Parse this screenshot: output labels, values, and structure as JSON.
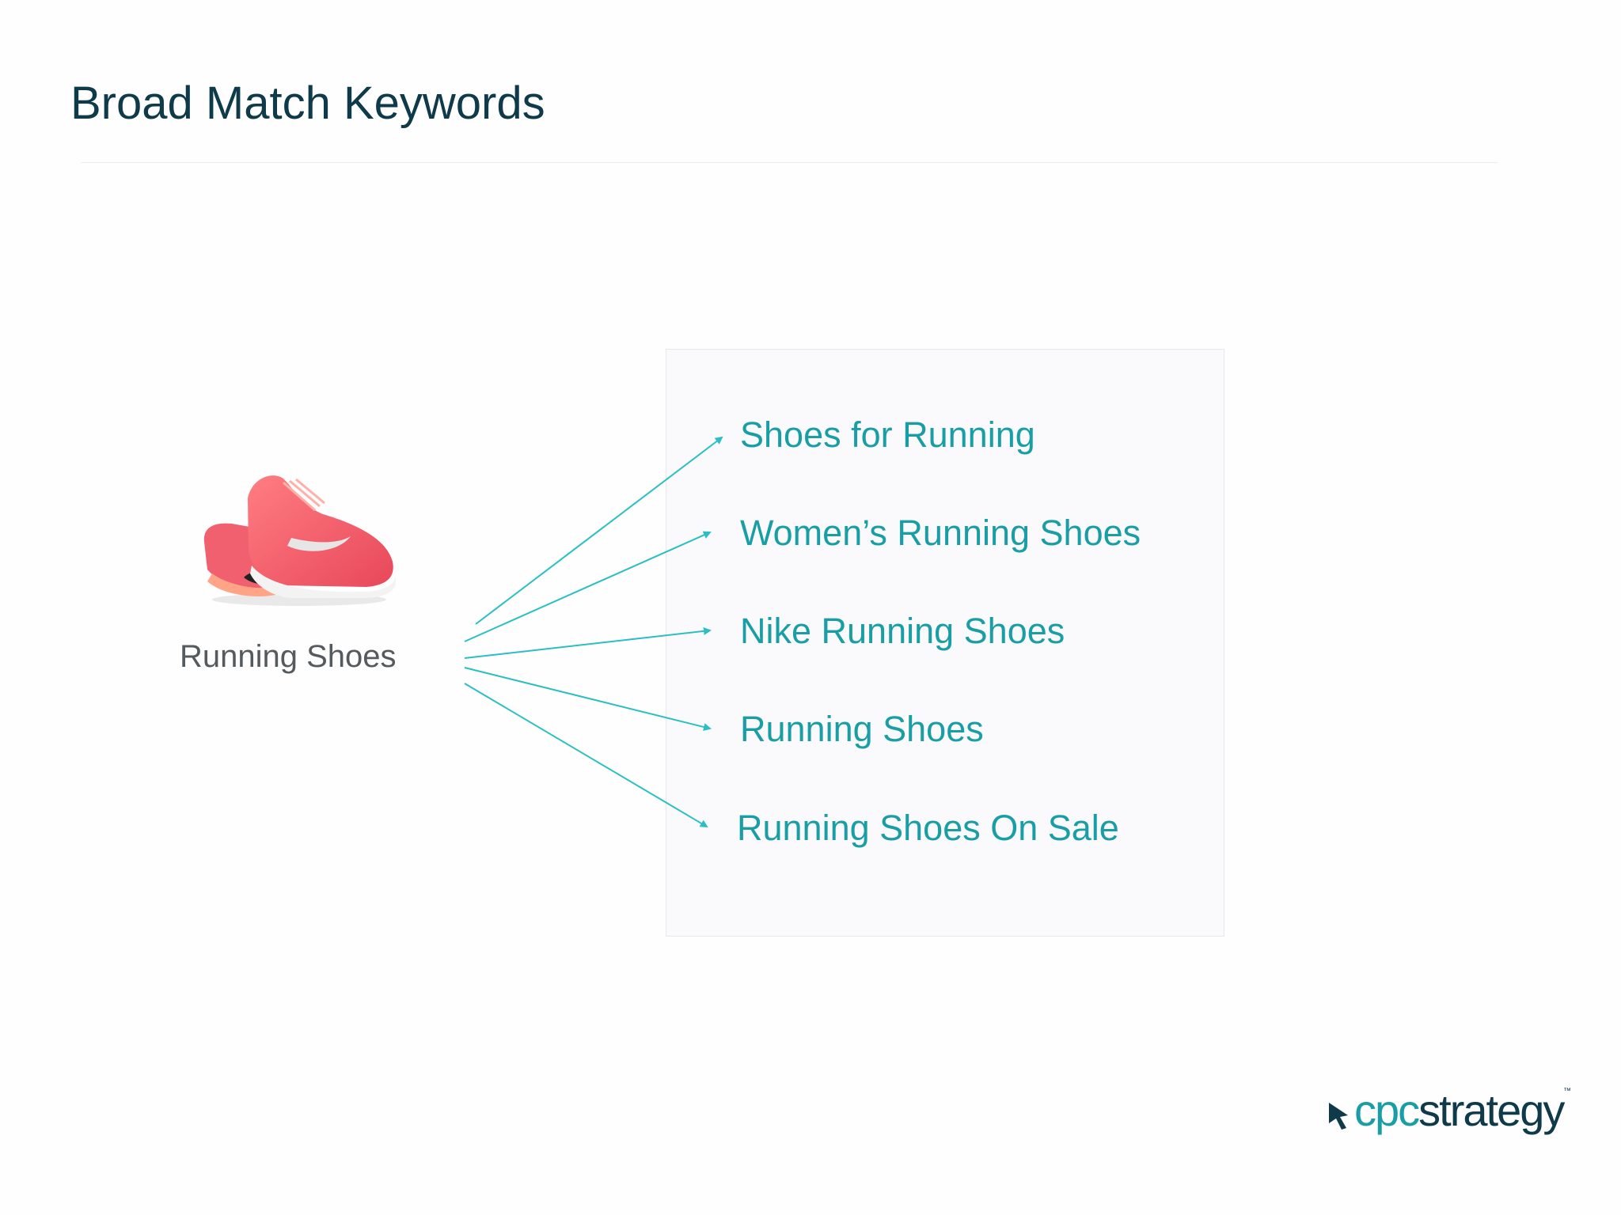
{
  "slide": {
    "title": "Broad Match Keywords"
  },
  "source": {
    "label": "Running Shoes",
    "image_icon": "pink-running-shoe-icon"
  },
  "keywords": [
    "Shoes for Running",
    "Women’s Running Shoes",
    "Nike Running Shoes",
    "Running Shoes",
    "Running Shoes On Sale"
  ],
  "logo": {
    "cpc": "cpc",
    "strategy": "strategy",
    "tm": "™",
    "icon": "cursor-arrow-icon"
  },
  "colors": {
    "title": "#0e3a4a",
    "keyword": "#1a9ea6",
    "arrow": "#2bbfc4",
    "source_label": "#555a5e",
    "shoe": "#f2616f"
  }
}
